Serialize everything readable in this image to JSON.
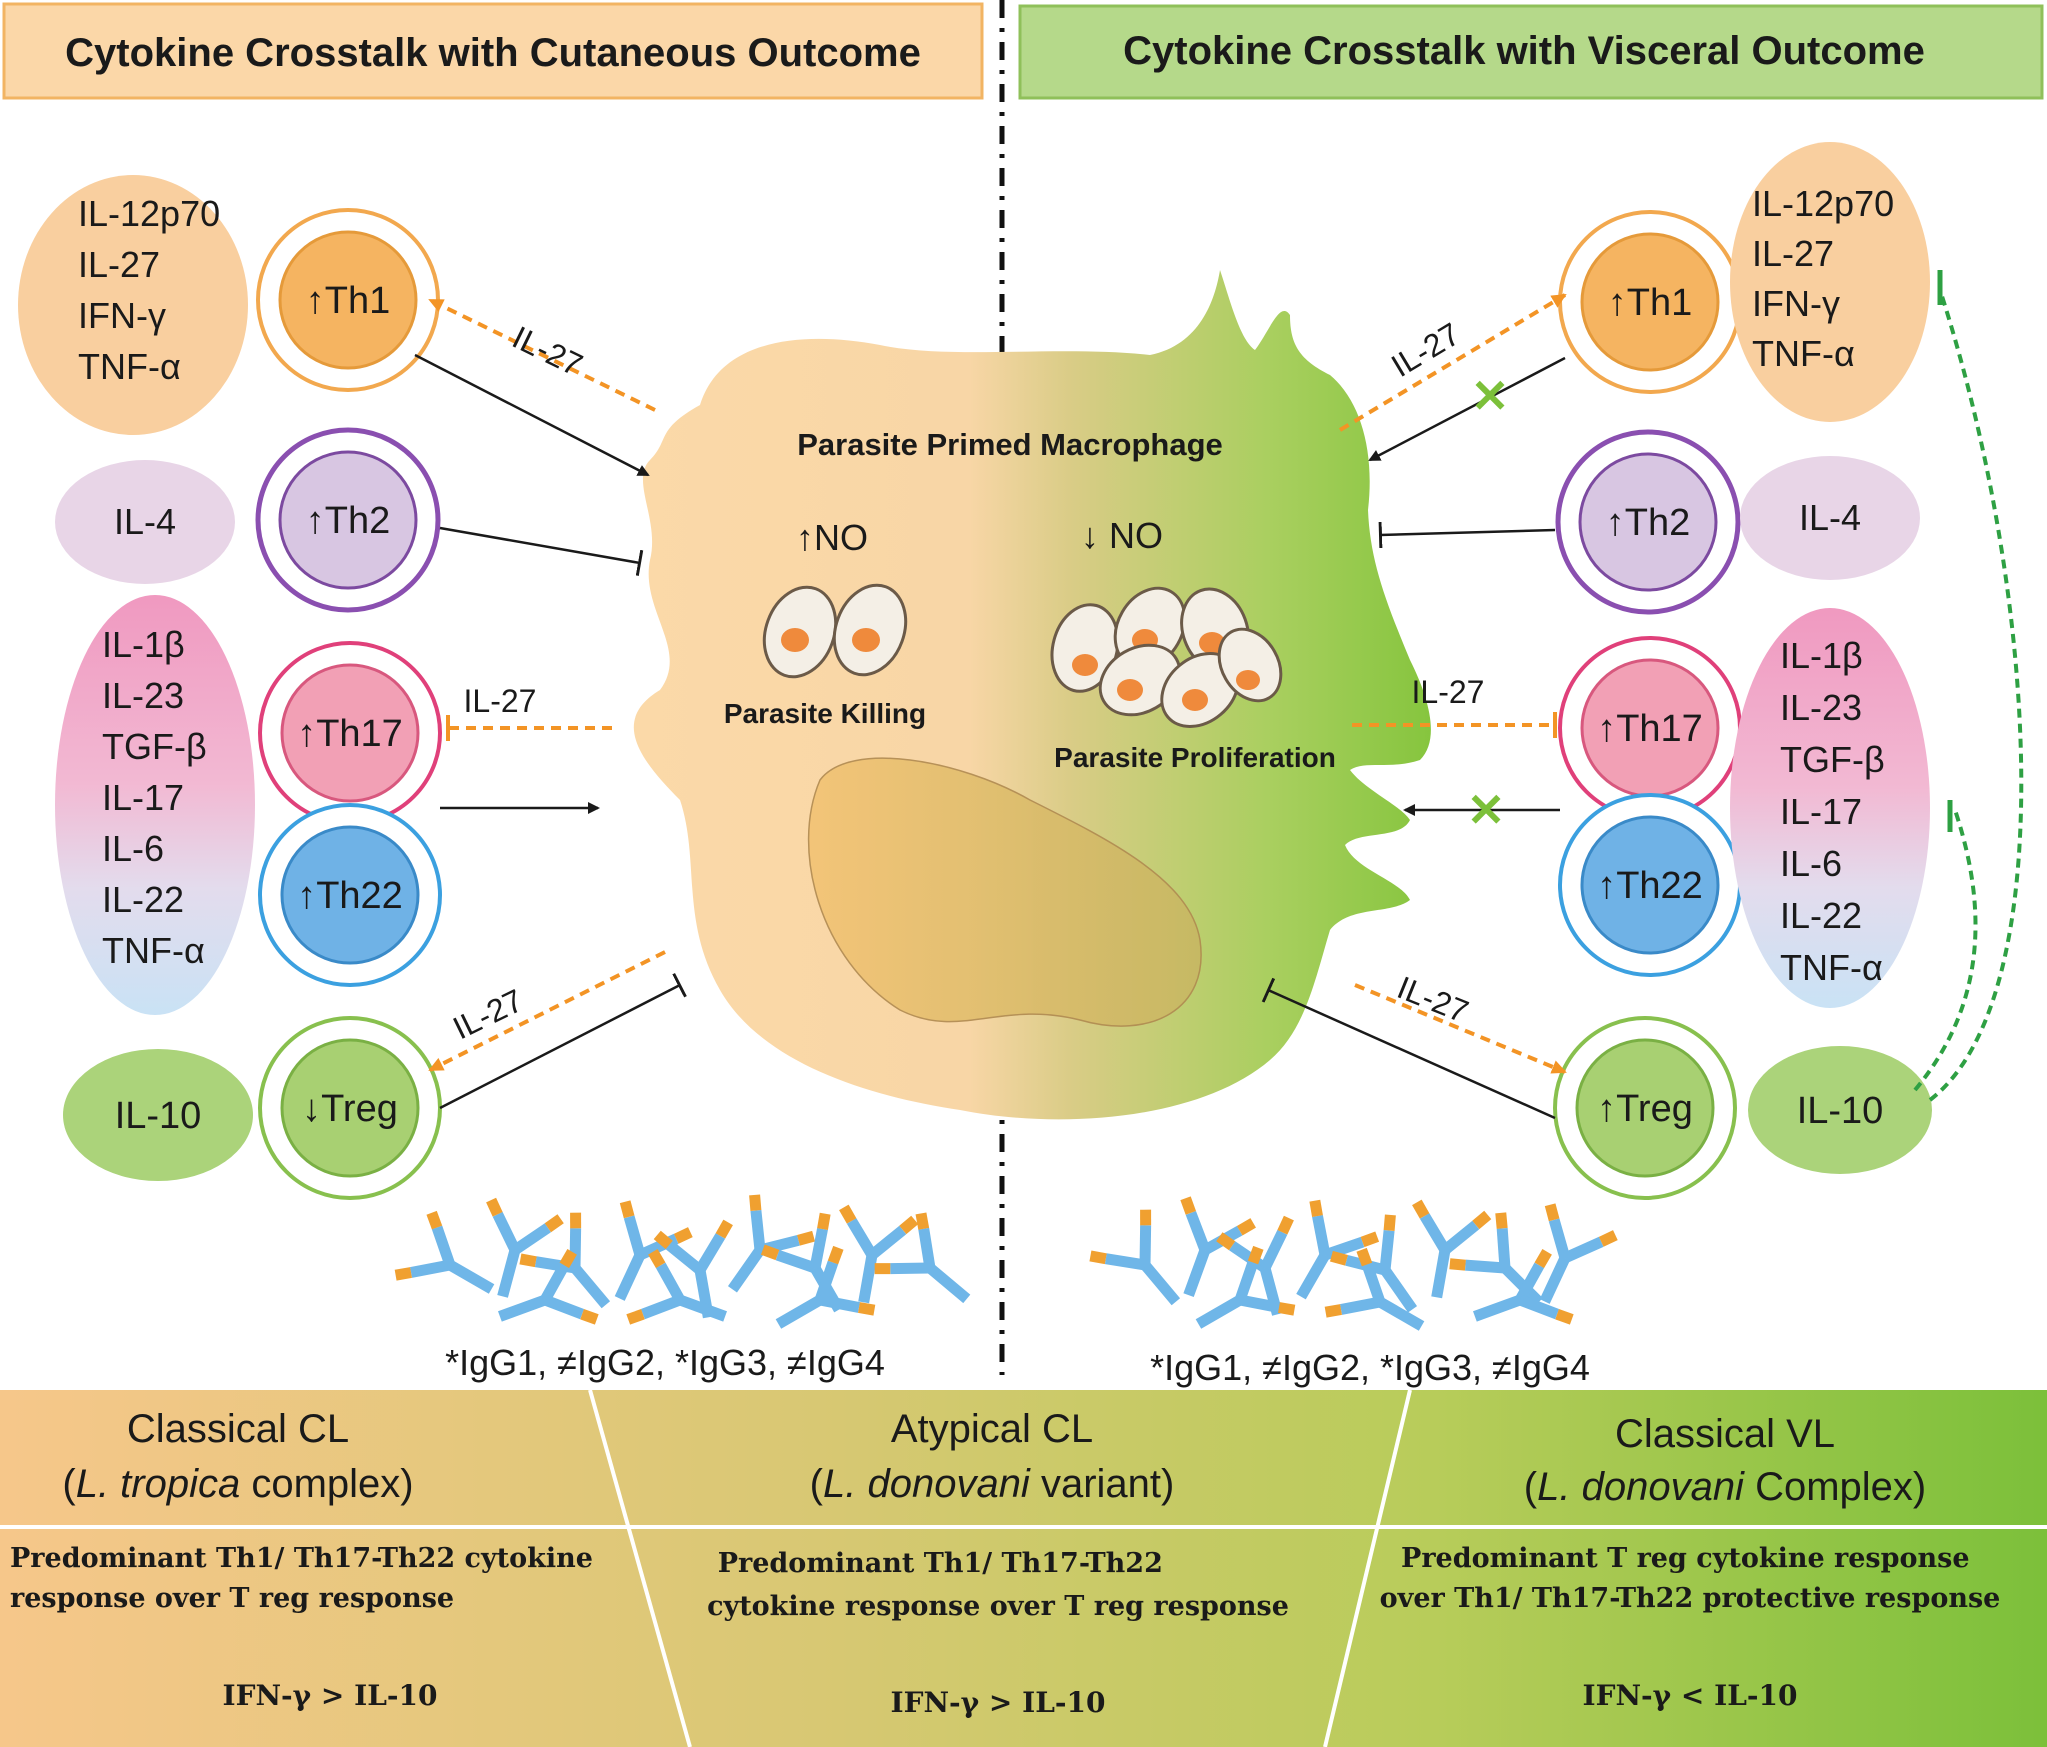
{
  "headers": {
    "left": "Cytokine Crosstalk with Cutaneous Outcome",
    "right": "Cytokine Crosstalk with Visceral Outcome"
  },
  "macrophage": {
    "title": "Parasite Primed Macrophage",
    "left_no": "↑NO",
    "right_no": "↓ NO",
    "left_outcome": "Parasite Killing",
    "right_outcome": "Parasite Proliferation"
  },
  "left_cells": {
    "th1": "↑Th1",
    "th2": "↑Th2",
    "th17": "↑Th17",
    "th22": "↑Th22",
    "treg": "↓Treg"
  },
  "right_cells": {
    "th1": "↑Th1",
    "th2": "↑Th2",
    "th17": "↑Th17",
    "th22": "↑Th22",
    "treg": "↑Treg"
  },
  "cytokines": {
    "th1_group": [
      "IL-12p70",
      "IL-27",
      "IFN-γ",
      "TNF-α"
    ],
    "th2_group": "IL-4",
    "th17_group": [
      "IL-1β",
      "IL-23",
      "TGF-β",
      "IL-17",
      "IL-6",
      "IL-22",
      "TNF-α"
    ],
    "treg_group": "IL-10"
  },
  "arrow_labels": {
    "il27": "IL-27"
  },
  "antibodies": {
    "left": "*IgG1, ≠IgG2, *IgG3, ≠IgG4",
    "right": "*IgG1, ≠IgG2, *IgG3, ≠IgG4"
  },
  "bottom": {
    "col1_title": "Classical CL",
    "col1_species": "L. tropica",
    "col1_species_rest": " complex)",
    "col1_response": [
      "Predominant Th1/ Th17-Th22 cytokine",
      "response over T reg response"
    ],
    "col1_ratio": "IFN-γ > IL-10",
    "col2_title": "Atypical CL",
    "col2_species": "L. donovani",
    "col2_species_rest": " variant)",
    "col2_response": [
      "Predominant Th1/ Th17-Th22",
      "cytokine response over T reg response"
    ],
    "col2_ratio": "IFN-γ > IL-10",
    "col3_title": "Classical VL",
    "col3_species": "L. donovani",
    "col3_species_rest": " Complex)",
    "col3_response": [
      "Predominant T reg cytokine response",
      "over Th1/ Th17-Th22 protective response"
    ],
    "col3_ratio": "IFN-γ < IL-10"
  },
  "colors": {
    "header_left": "#fbd7a8",
    "header_right": "#b5d98a",
    "th1": "#f5b461",
    "th2": "#d8c6e2",
    "th17": "#f2a0b5",
    "th22": "#6fb2e6",
    "treg": "#a8d072",
    "il27_arrow": "#f39425",
    "inhibit_green": "#2ea043"
  }
}
